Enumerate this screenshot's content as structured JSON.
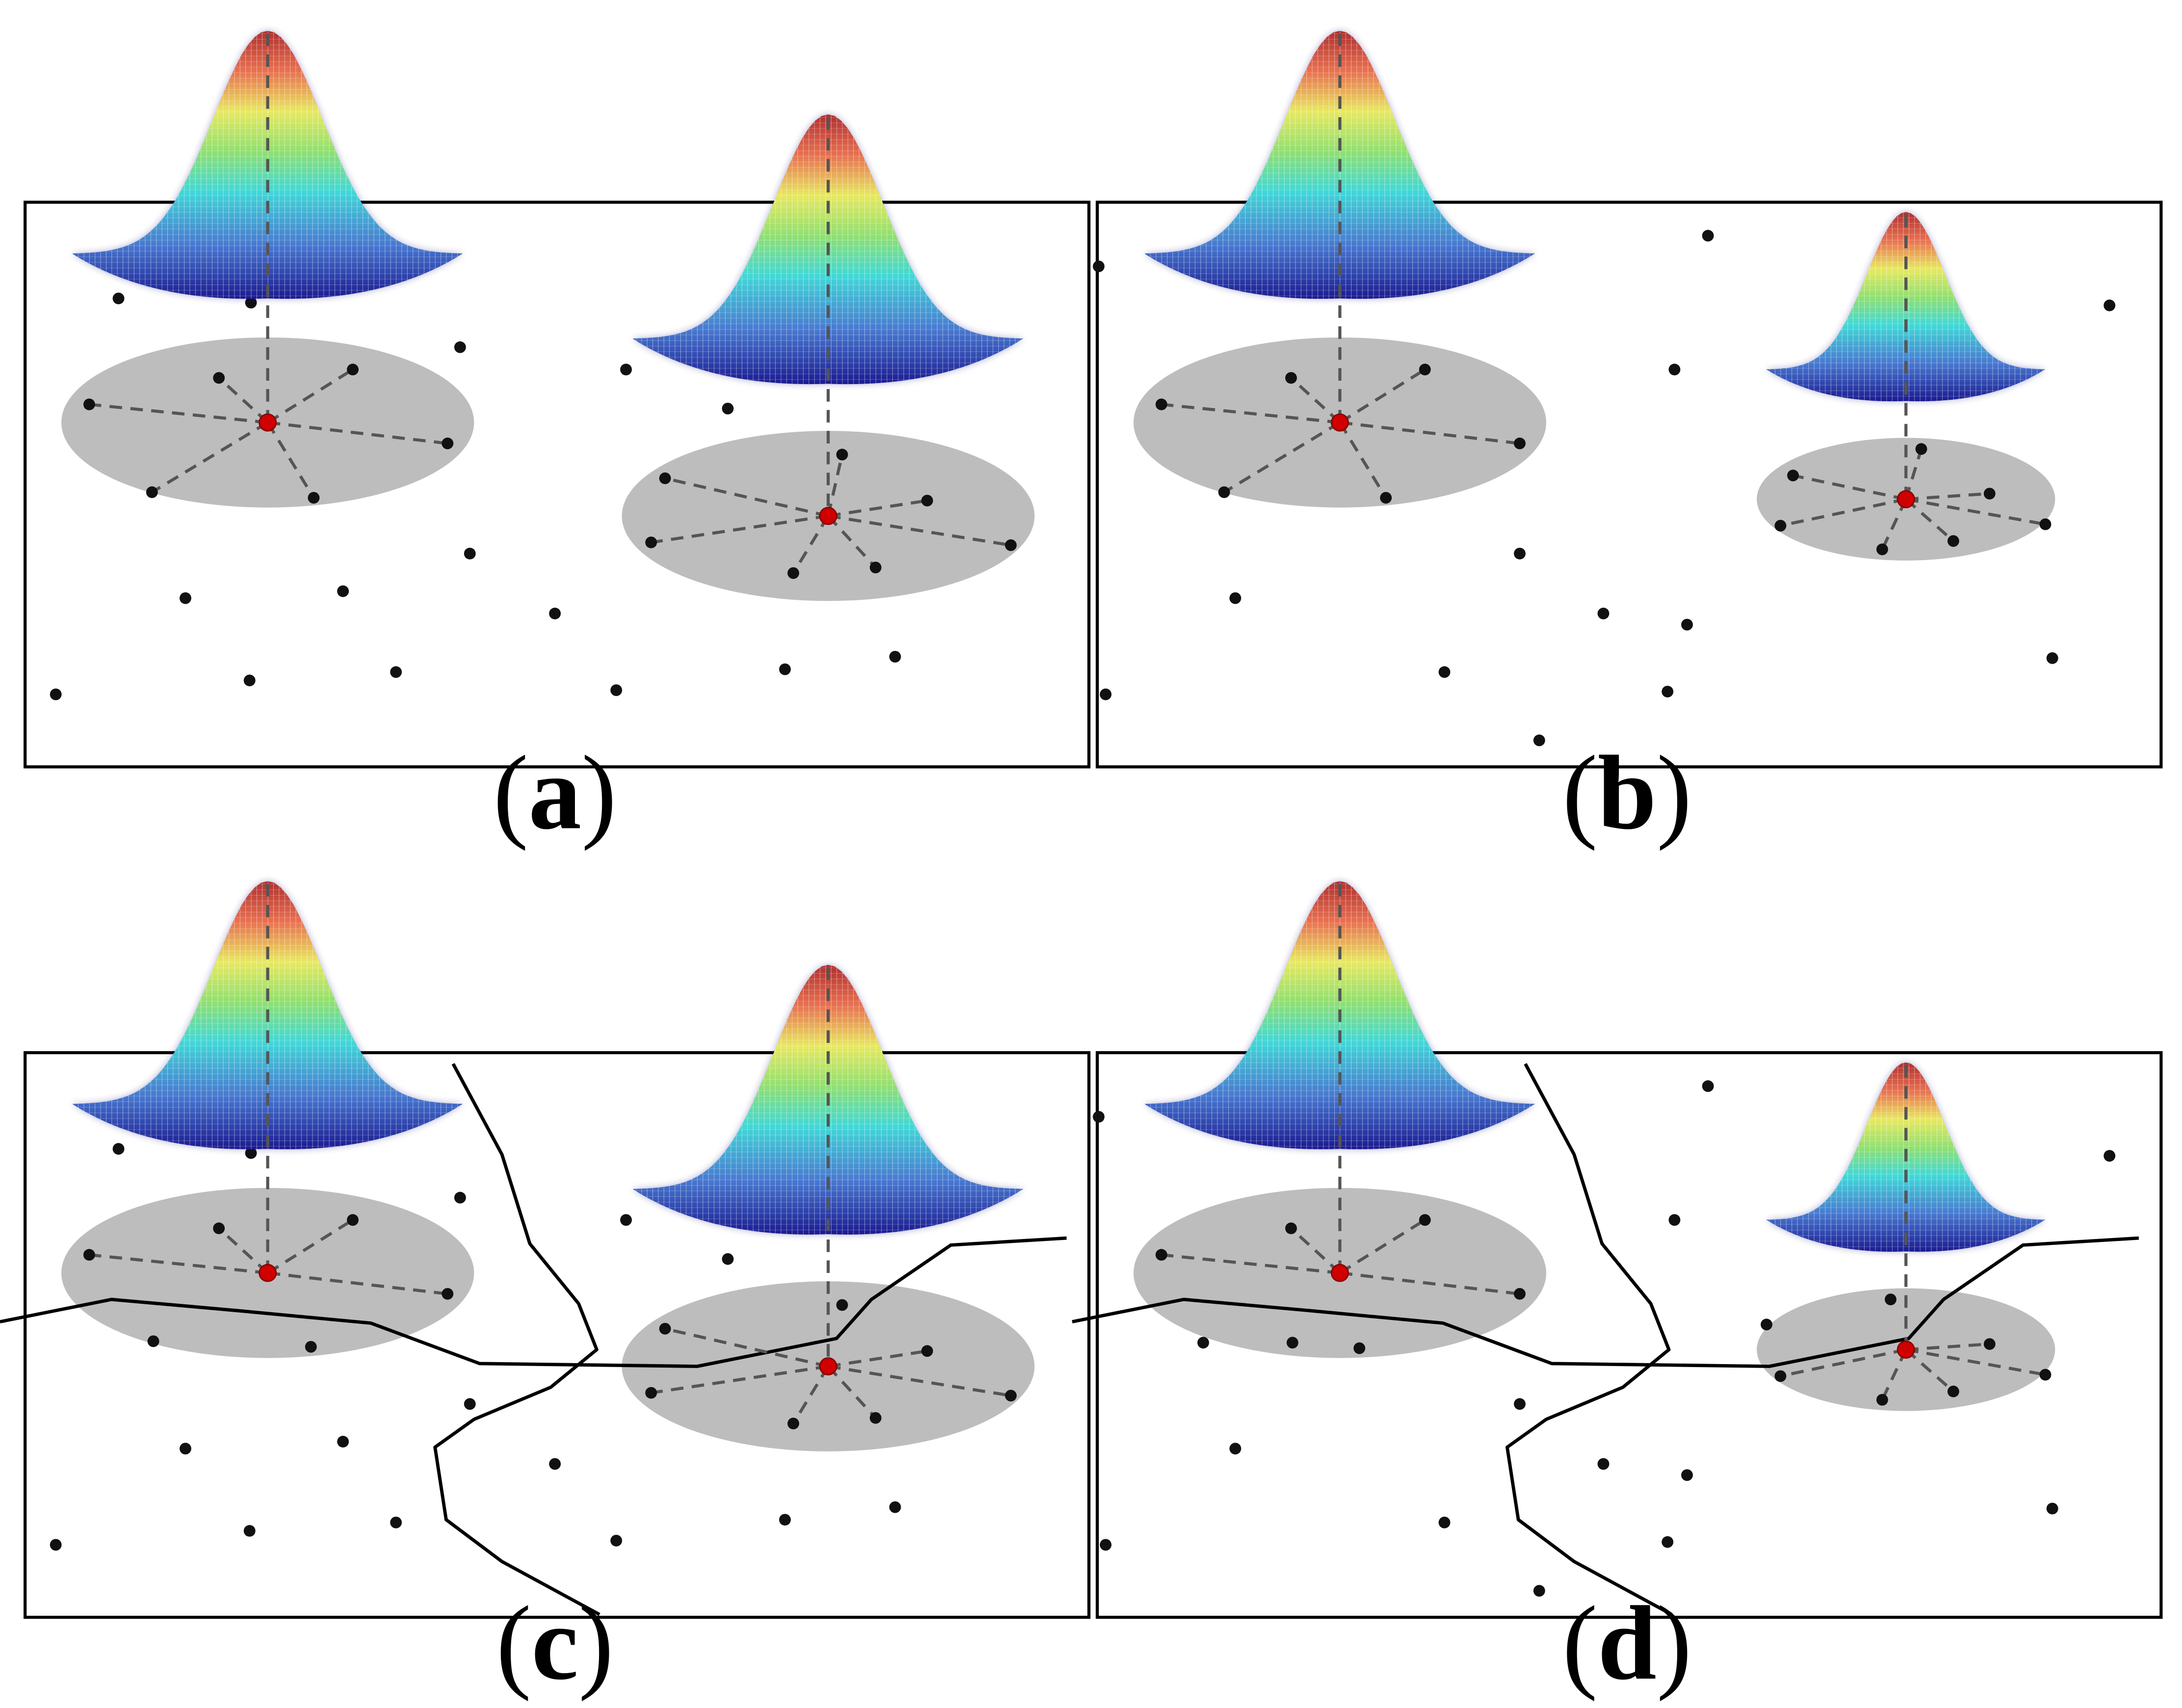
{
  "panels": [
    {
      "id": "a",
      "caption": "a",
      "boundaries": false,
      "kernels": [
        {
          "pts": [
            [
              157,
              271
            ],
            [
              253,
              265
            ],
            [
              64,
              290
            ],
            [
              321,
              318
            ],
            [
              109,
              353
            ],
            [
              225,
              357
            ]
          ]
        },
        {
          "pts": [
            [
              604,
              326
            ],
            [
              665,
              359
            ],
            [
              477,
              343
            ],
            [
              467,
              389
            ],
            [
              725,
              391
            ],
            [
              569,
              411
            ],
            [
              628,
              407
            ]
          ]
        }
      ],
      "points": [
        [
          85,
          214
        ],
        [
          180,
          217
        ],
        [
          330,
          249
        ],
        [
          449,
          265
        ],
        [
          522,
          293
        ],
        [
          615,
          270
        ],
        [
          337,
          397
        ],
        [
          133,
          429
        ],
        [
          246,
          424
        ],
        [
          398,
          440
        ],
        [
          40,
          498
        ],
        [
          179,
          488
        ],
        [
          284,
          482
        ],
        [
          442,
          495
        ],
        [
          563,
          480
        ],
        [
          642,
          471
        ]
      ]
    },
    {
      "id": "b",
      "caption": "b",
      "boundaries": false,
      "kernels": [
        {
          "pts": [
            [
              157,
              271
            ],
            [
              253,
              265
            ],
            [
              64,
              290
            ],
            [
              321,
              318
            ],
            [
              109,
              353
            ],
            [
              225,
              357
            ]
          ]
        },
        {
          "pts": [
            [
              609,
              322
            ],
            [
              658,
              354
            ],
            [
              517,
              341
            ],
            [
              508,
              377
            ],
            [
              698,
              376
            ],
            [
              581,
              394
            ],
            [
              632,
              388
            ]
          ]
        }
      ],
      "points": [
        [
          19,
          191
        ],
        [
          456,
          169
        ],
        [
          744,
          219
        ],
        [
          432,
          265
        ],
        [
          321,
          397
        ],
        [
          117,
          429
        ],
        [
          381,
          440
        ],
        [
          441,
          448
        ],
        [
          267,
          482
        ],
        [
          427,
          496
        ],
        [
          24,
          498
        ],
        [
          335,
          531
        ],
        [
          703,
          472
        ]
      ]
    },
    {
      "id": "c",
      "caption": "c",
      "boundaries": true,
      "kernels": [
        {
          "pts": [
            [
              157,
              271
            ],
            [
              253,
              265
            ],
            [
              64,
              290
            ],
            [
              321,
              318
            ]
          ]
        },
        {
          "pts": [
            [
              477,
              343
            ],
            [
              467,
              389
            ],
            [
              725,
              391
            ],
            [
              569,
              411
            ],
            [
              628,
              407
            ],
            [
              665,
              359
            ]
          ]
        }
      ],
      "points": [
        [
          85,
          214
        ],
        [
          180,
          217
        ],
        [
          262,
          196
        ],
        [
          330,
          249
        ],
        [
          449,
          265
        ],
        [
          522,
          293
        ],
        [
          615,
          270
        ],
        [
          604,
          326
        ],
        [
          110,
          352
        ],
        [
          223,
          356
        ],
        [
          337,
          397
        ],
        [
          133,
          429
        ],
        [
          246,
          424
        ],
        [
          398,
          440
        ],
        [
          40,
          498
        ],
        [
          179,
          488
        ],
        [
          284,
          482
        ],
        [
          442,
          495
        ],
        [
          563,
          480
        ],
        [
          642,
          471
        ]
      ]
    },
    {
      "id": "d",
      "caption": "d",
      "boundaries": true,
      "kernels": [
        {
          "pts": [
            [
              157,
              271
            ],
            [
              253,
              265
            ],
            [
              64,
              290
            ],
            [
              321,
              318
            ]
          ]
        },
        {
          "pts": [
            [
              658,
              354
            ],
            [
              508,
              377
            ],
            [
              698,
              376
            ],
            [
              581,
              394
            ],
            [
              632,
              388
            ]
          ]
        }
      ],
      "points": [
        [
          19,
          191
        ],
        [
          456,
          169
        ],
        [
          245,
          196
        ],
        [
          744,
          219
        ],
        [
          432,
          265
        ],
        [
          94,
          353
        ],
        [
          158,
          353
        ],
        [
          206,
          357
        ],
        [
          321,
          397
        ],
        [
          117,
          429
        ],
        [
          381,
          440
        ],
        [
          441,
          448
        ],
        [
          267,
          482
        ],
        [
          427,
          496
        ],
        [
          24,
          498
        ],
        [
          335,
          531
        ],
        [
          703,
          472
        ],
        [
          498,
          340
        ],
        [
          587,
          322
        ]
      ]
    }
  ]
}
